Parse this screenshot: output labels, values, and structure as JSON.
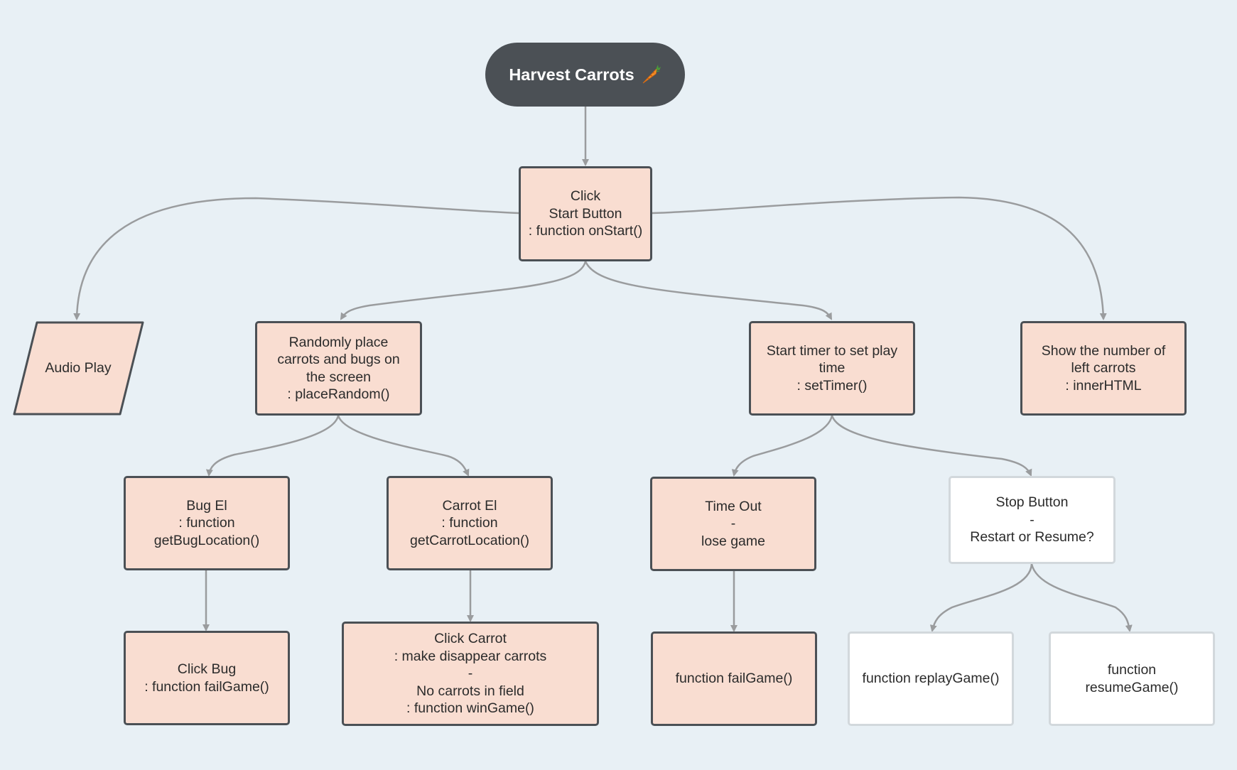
{
  "title": {
    "label": "Harvest Carrots",
    "icon": "carrot-icon"
  },
  "nodes": {
    "start": "Click\nStart Button\n: function onStart()",
    "audio": "Audio Play",
    "random": "Randomly place\ncarrots and bugs on\nthe screen\n: placeRandom()",
    "timer": "Start timer to set play\ntime\n: setTimer()",
    "count": "Show the number of\nleft carrots\n: innerHTML",
    "bug_el": "Bug El\n: function\ngetBugLocation()",
    "carrot_el": "Carrot El\n: function\ngetCarrotLocation()",
    "timeout": "Time Out\n-\nlose game",
    "stop": "Stop Button\n-\nRestart or Resume?",
    "click_bug": "Click Bug\n: function failGame()",
    "click_carrot": "Click Carrot\n: make disappear carrots\n-\nNo carrots in field\n: function winGame()",
    "fail_game": "function failGame()",
    "replay": "function replayGame()",
    "resume": "function\nresumeGame()"
  },
  "colors": {
    "background": "#e8f0f5",
    "box_fill": "#f9ddd1",
    "box_border": "#4b5055",
    "title_fill": "#4b5055",
    "edge": "#9a9c9e",
    "white_box_border": "#d2d8dc"
  }
}
